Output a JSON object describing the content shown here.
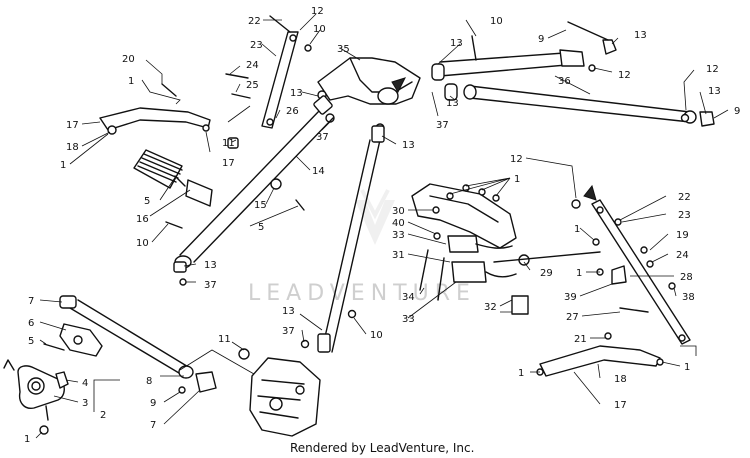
{
  "watermark": "LEADVENTURE",
  "credit": "Rendered by LeadVenture, Inc.",
  "callouts": {
    "c22a": "22",
    "c12a": "12",
    "c10a": "10",
    "c35": "35",
    "c23a": "23",
    "c24a": "24",
    "c25": "25",
    "c26": "26",
    "c20": "20",
    "c1a": "1",
    "c17a": "17",
    "c18a": "18",
    "c1b": "1",
    "c11a": "11",
    "c17b": "17",
    "c13a": "13",
    "c37a": "37",
    "c10b": "10",
    "c9a": "9",
    "c13b": "13",
    "c13c": "13",
    "c12b": "12",
    "c36": "36",
    "c13d": "13",
    "c37b": "37",
    "c12c": "12",
    "c13e": "13",
    "c9b": "9",
    "c13f": "13",
    "c14": "14",
    "c15": "15",
    "c5a": "5",
    "c5b": "5",
    "c16": "16",
    "c10c": "10",
    "c13g": "13",
    "c37c": "37",
    "c12d": "12",
    "c1c": "1",
    "c30": "30",
    "c40": "40",
    "c33a": "33",
    "c31": "31",
    "c29": "29",
    "c34": "34",
    "c33b": "33",
    "c32": "32",
    "c22b": "22",
    "c23b": "23",
    "c1d": "1",
    "c19": "19",
    "c24b": "24",
    "c1e": "1",
    "c28": "28",
    "c39": "39",
    "c38": "38",
    "c27": "27",
    "c21": "21",
    "c1f": "1",
    "c18b": "18",
    "c17c": "17",
    "c1g": "1",
    "c7a": "7",
    "c6": "6",
    "c5c": "5",
    "c4": "4",
    "c3": "3",
    "c2": "2",
    "c1h": "1",
    "c8": "8",
    "c9c": "9",
    "c7b": "7",
    "c11b": "11",
    "c13h": "13",
    "c37d": "37",
    "c10d": "10"
  }
}
